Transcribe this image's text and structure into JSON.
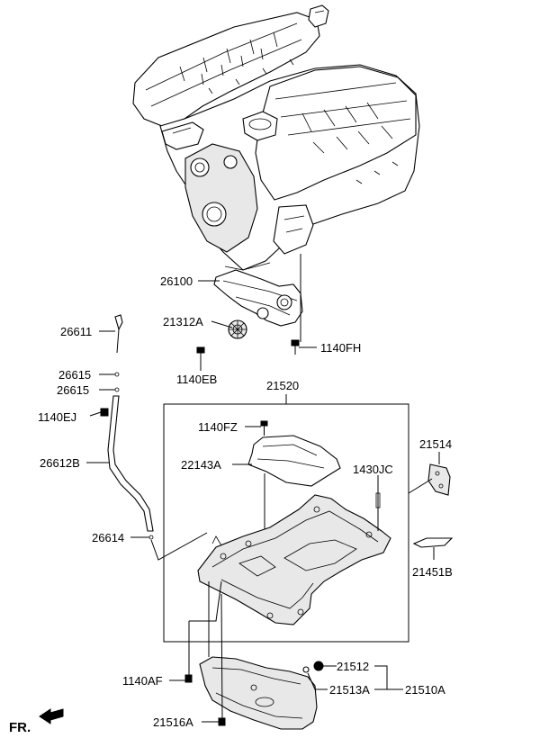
{
  "labels": {
    "p26100": "26100",
    "p21312A": "21312A",
    "p1140FH": "1140FH",
    "p1140EB": "1140EB",
    "p26611": "26611",
    "p26615a": "26615",
    "p26615b": "26615",
    "p1140EJ": "1140EJ",
    "p26612B": "26612B",
    "p26614": "26614",
    "p21520": "21520",
    "p1140FZ": "1140FZ",
    "p22143A": "22143A",
    "p1430JC": "1430JC",
    "p21514": "21514",
    "p21451B": "21451B",
    "p1140AF": "1140AF",
    "p21512": "21512",
    "p21513A": "21513A",
    "p21510A": "21510A",
    "p21516A": "21516A",
    "fr": "FR."
  },
  "icons": {
    "front_arrow": "arrow-left-icon"
  }
}
